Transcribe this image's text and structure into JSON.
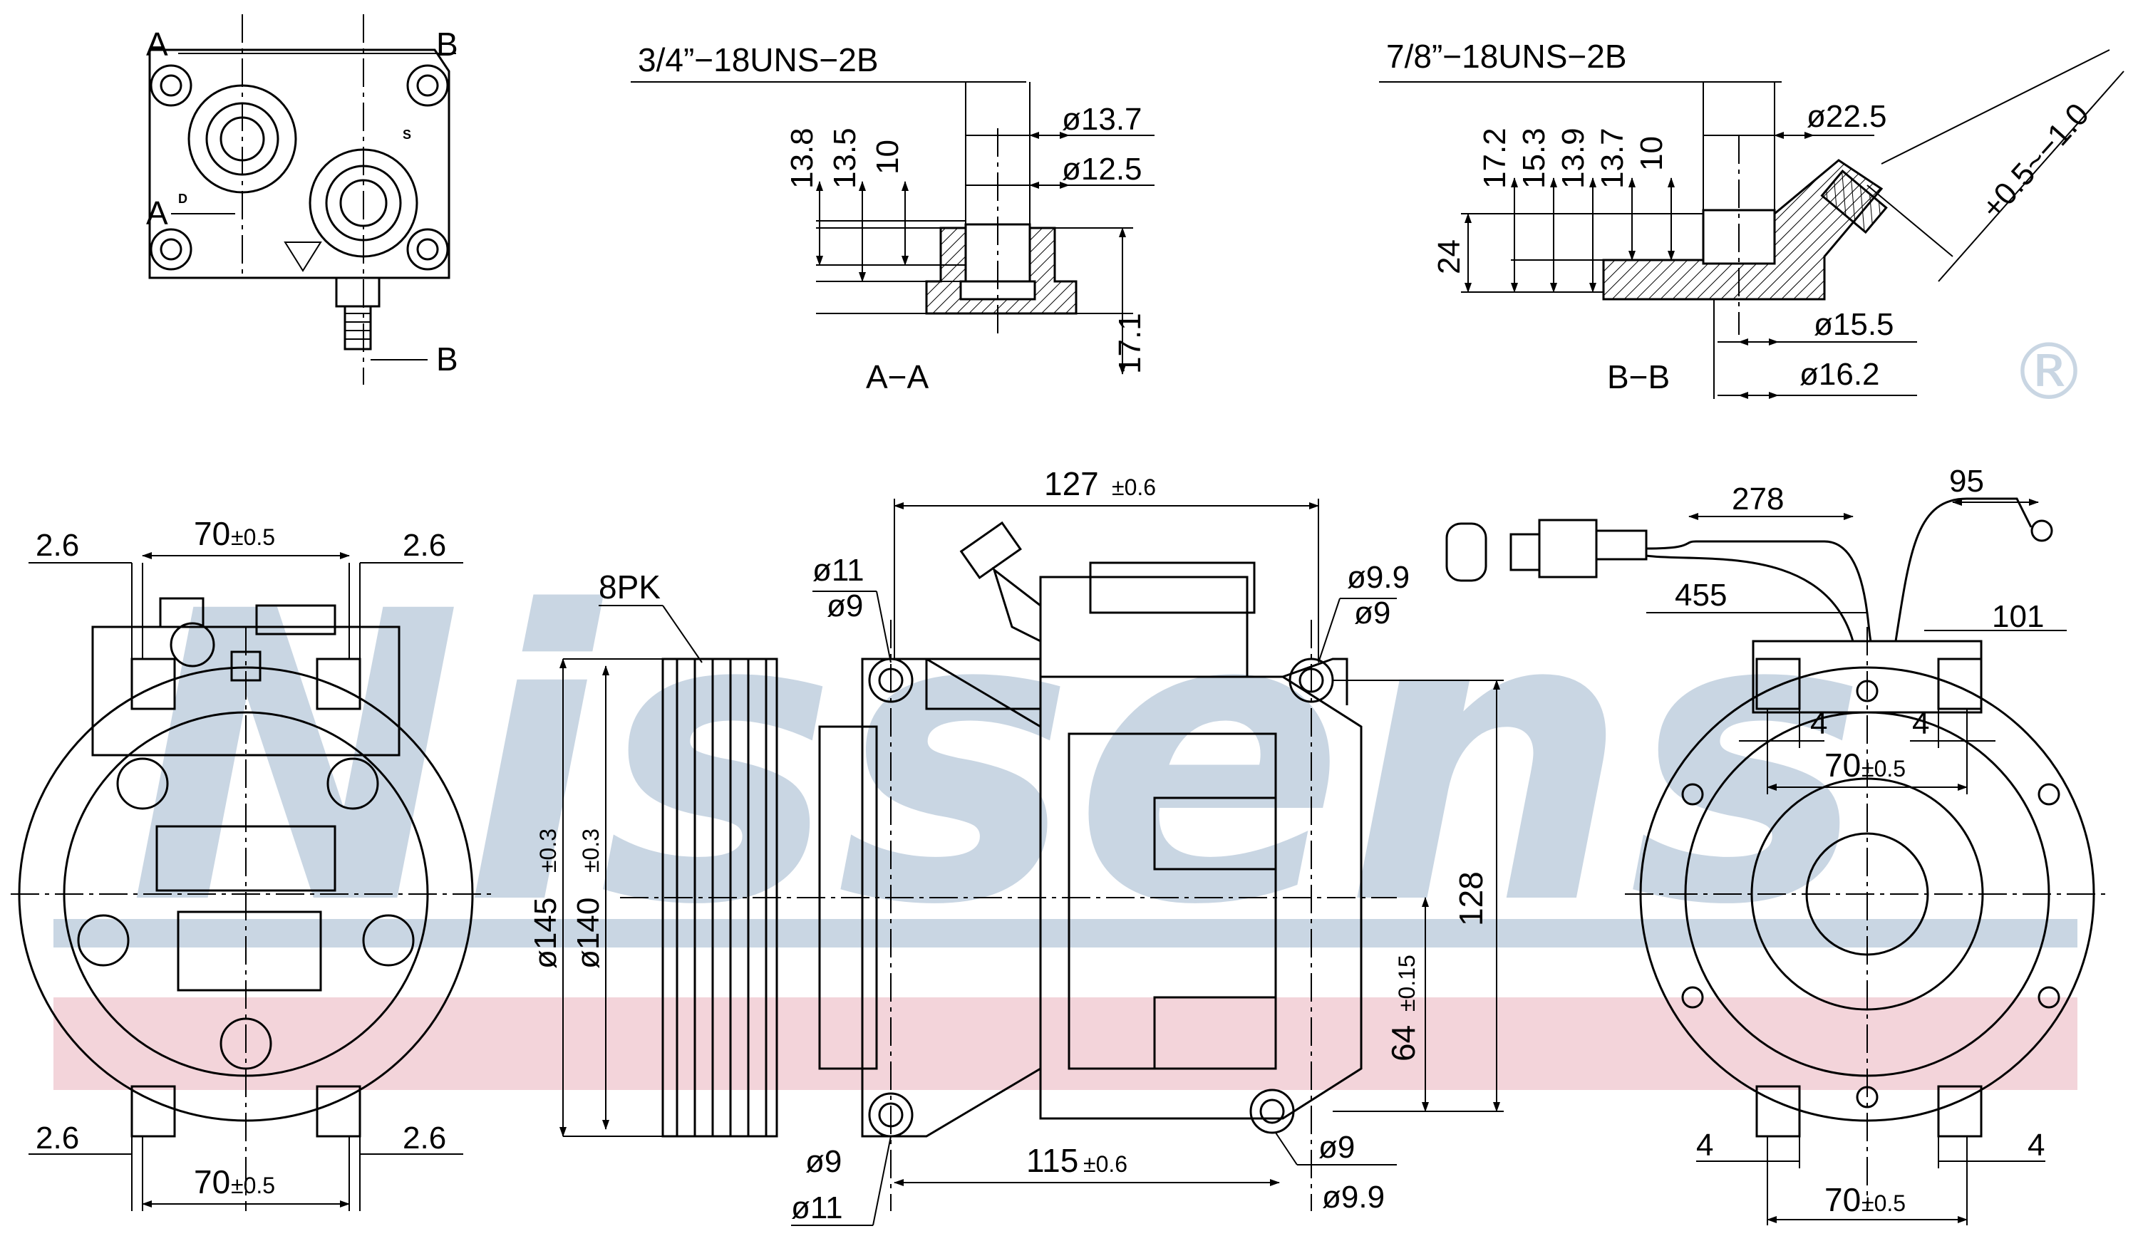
{
  "watermark": {
    "brand": "Nissens",
    "registered_mark": "®",
    "band_blue": "#c9d6e3",
    "band_pink": "#f3d4da"
  },
  "section_aa": {
    "thread": "3/4”−18UNS−2B",
    "title": "A−A",
    "d1": "ø13.7",
    "d2": "ø12.5",
    "v1": "13.8",
    "v2": "13.5",
    "v3": "10",
    "v4": "17.1"
  },
  "section_bb": {
    "thread": "7/8”−18UNS−2B",
    "title": "B−B",
    "d1": "ø22.5",
    "d2": "ø15.5",
    "d3": "ø16.2",
    "v1": "17.2",
    "v2": "15.3",
    "v3": "13.9",
    "v4": "13.7",
    "v5": "10",
    "v6": "24",
    "angle_tol": "+0.5~−1.0"
  },
  "top_view": {
    "label_a_top": "A",
    "label_b_top": "B",
    "label_a_mid": "A",
    "label_b_bot": "B",
    "port_d": "D",
    "port_s": "S"
  },
  "left_view": {
    "top_span": "70",
    "top_span_tol": "±0.5",
    "top_left": "2.6",
    "top_right": "2.6",
    "bot_span": "70",
    "bot_span_tol": "±0.5",
    "bot_left": "2.6",
    "bot_right": "2.6"
  },
  "side_view": {
    "length": "127",
    "length_tol": "±0.6",
    "pulley": "8PK",
    "d_outer": "ø145",
    "d_outer_tol": "±0.3",
    "d_inner": "ø140",
    "d_inner_tol": "±0.3",
    "hole_tl_a": "ø11",
    "hole_tl_b": "ø9",
    "hole_tr_a": "ø9.9",
    "hole_tr_b": "ø9",
    "hole_bl_a": "ø9",
    "hole_bl_b": "ø11",
    "hole_br_a": "ø9",
    "hole_br_b": "ø9.9",
    "mount_span": "115",
    "mount_span_tol": "±0.6",
    "height": "128",
    "offset": "64",
    "offset_tol": "±0.15"
  },
  "right_view": {
    "wire1": "278",
    "wire2": "95",
    "wire3": "455",
    "wire4": "101",
    "gap_tl": "4",
    "gap_tr": "4",
    "top_span": "70",
    "top_span_tol": "±0.5",
    "gap_bl": "4",
    "gap_br": "4",
    "bot_span": "70",
    "bot_span_tol": "±0.5"
  }
}
